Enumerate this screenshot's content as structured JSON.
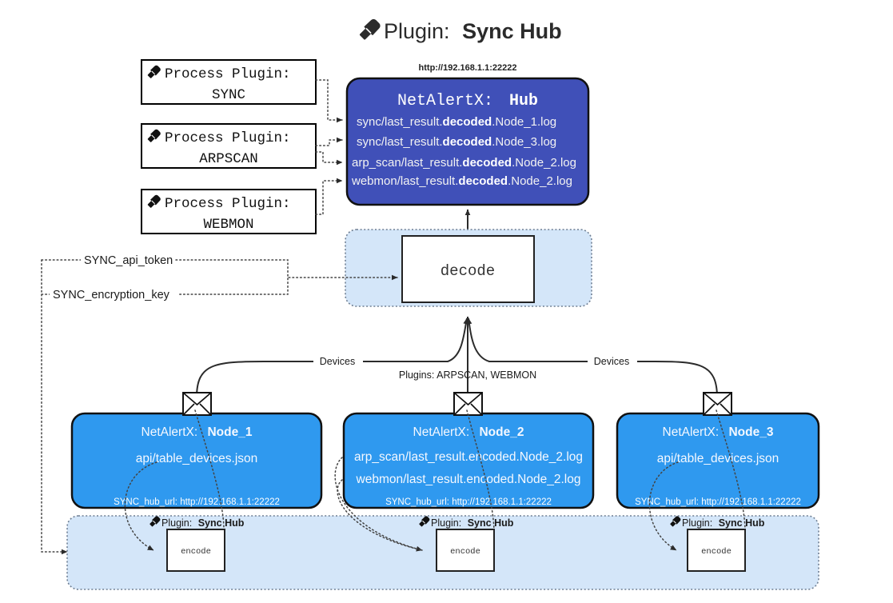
{
  "page": {
    "title_prefix": "Plugin:",
    "title_name": "Sync Hub",
    "title_icon": "plug-icon",
    "background": "#ffffff"
  },
  "colors": {
    "hub_fill": "#4050b8",
    "node_fill": "#2f99ef",
    "container_fill": "#d4e6f9",
    "box_stroke": "#111111",
    "text_dark": "#1a1a1a",
    "text_light": "#ffffff"
  },
  "process_plugins": [
    {
      "icon": "plug-icon",
      "label": "Process Plugin:",
      "name": "SYNC"
    },
    {
      "icon": "plug-icon",
      "label": "Process Plugin:",
      "name": "ARPSCAN"
    },
    {
      "icon": "plug-icon",
      "label": "Process Plugin:",
      "name": "WEBMON"
    }
  ],
  "hub": {
    "url": "http://192.168.1.1:22222",
    "title_prefix": "NetAlertX:",
    "title_name": "Hub",
    "logs": [
      {
        "pre": "sync/last_result.",
        "mid": "decoded",
        "post": ".Node_1.log"
      },
      {
        "pre": "sync/last_result.",
        "mid": "decoded",
        "post": ".Node_3.log"
      },
      {
        "pre": "arp_scan/last_result.",
        "mid": "decoded",
        "post": ".Node_2.log"
      },
      {
        "pre": "webmon/last_result.",
        "mid": "decoded",
        "post": ".Node_2.log"
      }
    ]
  },
  "decode": {
    "label": "decode"
  },
  "settings": {
    "api_token": "SYNC_api_token",
    "encryption_key": "SYNC_encryption_key"
  },
  "edge_labels": {
    "devices_left": "Devices",
    "devices_right": "Devices",
    "plugins_center": "Plugins: ARPSCAN, WEBMON"
  },
  "nodes": [
    {
      "title_prefix": "NetAlertX:",
      "title_name": "Node_1",
      "lines": [
        "api/table_devices.json"
      ],
      "hub_url_label": "SYNC_hub_url: http://192.168.1.1:22222",
      "envelope_icon": "envelope-icon"
    },
    {
      "title_prefix": "NetAlertX:",
      "title_name": "Node_2",
      "lines": [
        "arp_scan/last_result.encoded.Node_2.log",
        "webmon/last_result.encoded.Node_2.log"
      ],
      "hub_url_label": "SYNC_hub_url: http://192.168.1.1:22222",
      "envelope_icon": "envelope-icon"
    },
    {
      "title_prefix": "NetAlertX:",
      "title_name": "Node_3",
      "lines": [
        "api/table_devices.json"
      ],
      "hub_url_label": "SYNC_hub_url: http://192.168.1.1:22222",
      "envelope_icon": "envelope-icon"
    }
  ],
  "encoders": [
    {
      "plugin_prefix": "Plugin:",
      "plugin_name": "Sync Hub",
      "label": "encode",
      "icon": "plug-icon"
    },
    {
      "plugin_prefix": "Plugin:",
      "plugin_name": "Sync Hub",
      "label": "encode",
      "icon": "plug-icon"
    },
    {
      "plugin_prefix": "Plugin:",
      "plugin_name": "Sync Hub",
      "label": "encode",
      "icon": "plug-icon"
    }
  ]
}
